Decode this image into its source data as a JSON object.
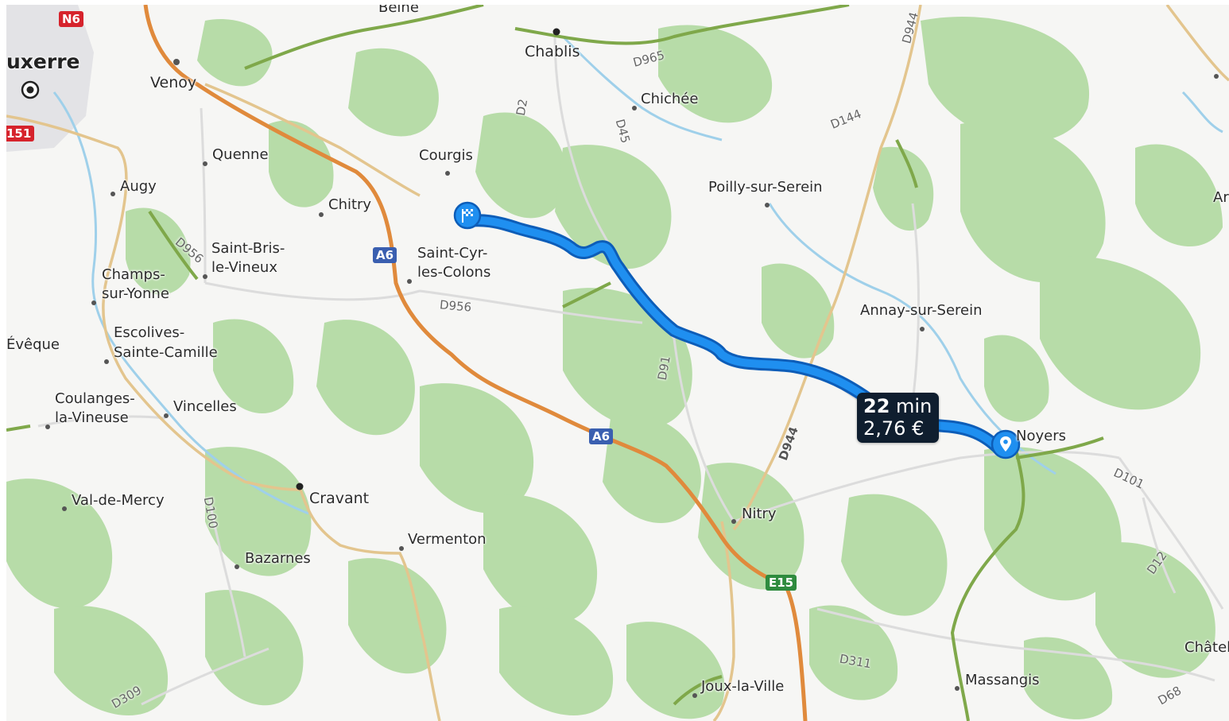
{
  "route": {
    "duration_value": "22",
    "duration_unit": "min",
    "cost": "2,76 €"
  },
  "places": [
    {
      "id": "auxerre",
      "label": "uxerre"
    },
    {
      "id": "venoy",
      "label": "Venoy"
    },
    {
      "id": "beine",
      "label": "Beine"
    },
    {
      "id": "chablis",
      "label": "Chablis"
    },
    {
      "id": "chichee",
      "label": "Chichée"
    },
    {
      "id": "quenne",
      "label": "Quenne"
    },
    {
      "id": "courgis",
      "label": "Courgis"
    },
    {
      "id": "augy",
      "label": "Augy"
    },
    {
      "id": "chitry",
      "label": "Chitry"
    },
    {
      "id": "poilly",
      "label": "Poilly-sur-Serein"
    },
    {
      "id": "saint-bris-1",
      "label": "Saint-Bris-"
    },
    {
      "id": "saint-bris-2",
      "label": "le-Vineux"
    },
    {
      "id": "saint-cyr-1",
      "label": "Saint-Cyr-"
    },
    {
      "id": "saint-cyr-2",
      "label": "les-Colons"
    },
    {
      "id": "champs-1",
      "label": "Champs-"
    },
    {
      "id": "champs-2",
      "label": "sur-Yonne"
    },
    {
      "id": "annay",
      "label": "Annay-sur-Serein"
    },
    {
      "id": "escolives-1",
      "label": "Escolives-"
    },
    {
      "id": "escolives-2",
      "label": "Sainte-Camille"
    },
    {
      "id": "eveque",
      "label": "Évêque"
    },
    {
      "id": "coulanges-1",
      "label": "Coulanges-"
    },
    {
      "id": "coulanges-2",
      "label": "la-Vineuse"
    },
    {
      "id": "vincelles",
      "label": "Vincelles"
    },
    {
      "id": "noyers",
      "label": "Noyers"
    },
    {
      "id": "cravant",
      "label": "Cravant"
    },
    {
      "id": "val-de-mercy",
      "label": "Val-de-Mercy"
    },
    {
      "id": "nitry",
      "label": "Nitry"
    },
    {
      "id": "vermenton",
      "label": "Vermenton"
    },
    {
      "id": "bazarnes",
      "label": "Bazarnes"
    },
    {
      "id": "joux",
      "label": "Joux-la-Ville"
    },
    {
      "id": "massangis",
      "label": "Massangis"
    },
    {
      "id": "chatel",
      "label": "Châtel"
    },
    {
      "id": "ar",
      "label": "Ar"
    }
  ],
  "road_labels": [
    {
      "id": "d965",
      "label": "D965"
    },
    {
      "id": "d944-top",
      "label": "D944"
    },
    {
      "id": "d2",
      "label": "D2"
    },
    {
      "id": "d45",
      "label": "D45"
    },
    {
      "id": "d144",
      "label": "D144"
    },
    {
      "id": "d956-a",
      "label": "D956"
    },
    {
      "id": "d956-b",
      "label": "D956"
    },
    {
      "id": "d91",
      "label": "D91"
    },
    {
      "id": "d944-mid",
      "label": "D944"
    },
    {
      "id": "d101",
      "label": "D101"
    },
    {
      "id": "d100",
      "label": "D100"
    },
    {
      "id": "d12",
      "label": "D12"
    },
    {
      "id": "d311",
      "label": "D311"
    },
    {
      "id": "d309",
      "label": "D309"
    },
    {
      "id": "d68",
      "label": "D68"
    }
  ],
  "shields": [
    {
      "id": "n6",
      "label": "N6",
      "color": "#d6232c"
    },
    {
      "id": "n151",
      "label": "151",
      "color": "#d6232c"
    },
    {
      "id": "a6-north",
      "label": "A6",
      "color": "#3a5fb0"
    },
    {
      "id": "a6-south",
      "label": "A6",
      "color": "#3a5fb0"
    },
    {
      "id": "e15",
      "label": "E15",
      "color": "#2e8b3e"
    }
  ],
  "colors": {
    "route": "#1f8ff0",
    "route_outline": "#0d5db8",
    "forest": "#a9d69b",
    "motorway": "#e08a3c",
    "scenic": "#7fa84a",
    "background": "#f6f6f4"
  },
  "icons": {
    "start_marker": "checkered-flag-icon",
    "end_marker": "map-pin-icon",
    "city_marker": "target-icon"
  }
}
